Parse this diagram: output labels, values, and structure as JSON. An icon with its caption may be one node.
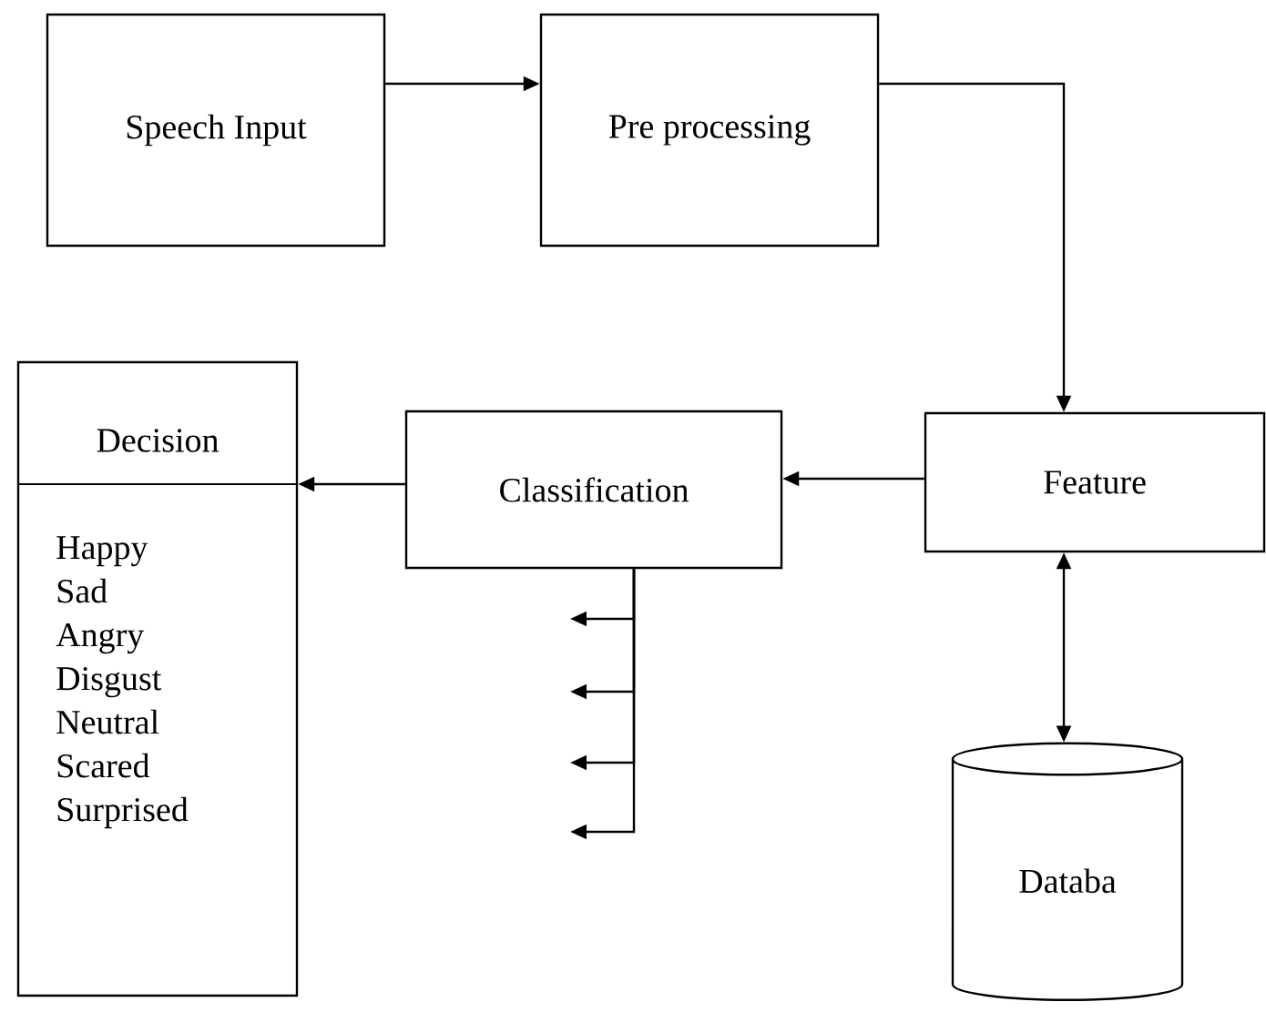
{
  "diagram": {
    "nodes": [
      {
        "text": [
          "Speech Input"
        ]
      },
      {
        "text": [
          "Pre processing"
        ]
      },
      {
        "text": [
          "Feature"
        ]
      },
      {
        "text": [
          "Classification"
        ]
      },
      {
        "text": [
          "Decision",
          "Happy",
          "Sad",
          "Angry",
          "Disgust",
          "Neutral",
          "Scared",
          "Surprised"
        ]
      },
      {
        "text": [
          "Databa"
        ]
      }
    ],
    "edges": [
      {
        "from": 0,
        "to": 1,
        "arrow": "to"
      },
      {
        "from": 1,
        "to": 2,
        "arrow": "to"
      },
      {
        "from": 2,
        "to": 3,
        "arrow": "to"
      },
      {
        "from": 3,
        "to": 4,
        "arrow": "to"
      },
      {
        "from": 2,
        "to": 5,
        "arrow": "both"
      },
      {
        "from": 3,
        "to": null,
        "arrow": "to"
      },
      {
        "from": 3,
        "to": null,
        "arrow": "to"
      },
      {
        "from": 3,
        "to": null,
        "arrow": "to"
      },
      {
        "from": 3,
        "to": null,
        "arrow": "to"
      }
    ]
  }
}
